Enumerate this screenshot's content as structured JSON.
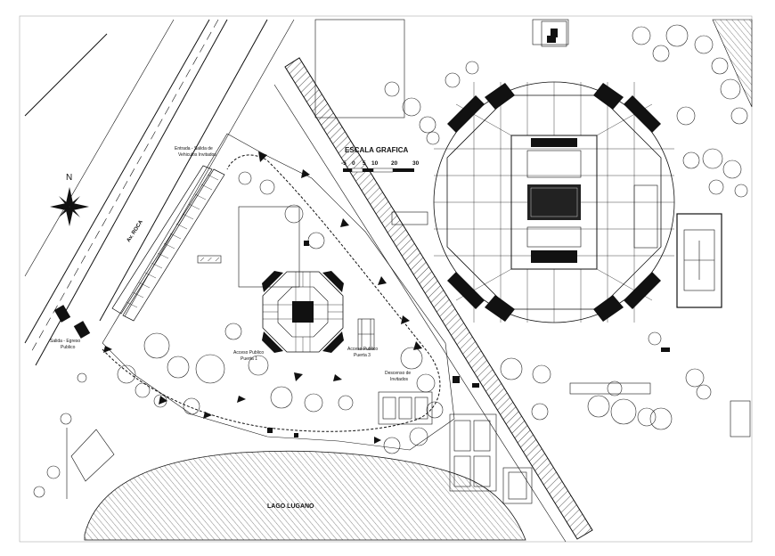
{
  "labels": {
    "street": "Av. ROCA",
    "lake": "LAGO LUGANO",
    "entry_vehicles": [
      "Entrada - Salida de",
      "Vehiculos Invitados"
    ],
    "public_access_1": [
      "Acceso Publico",
      "Puerta 1"
    ],
    "public_access_3": [
      "Acceso Publico",
      "Puerta 3"
    ],
    "guest_dropoff": [
      "Descenso de",
      "Invitados"
    ],
    "public_exit": [
      "Salida - Egreso",
      "Publico"
    ],
    "north": "N"
  },
  "scale": {
    "title": "ESCALA GRAFICA",
    "ticks": [
      "-5",
      "0",
      "5",
      "10",
      "20",
      "30"
    ]
  }
}
